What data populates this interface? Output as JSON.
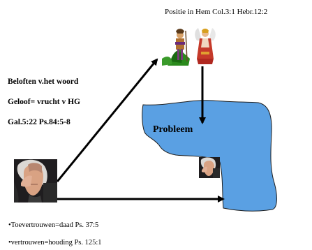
{
  "header": {
    "title": "Positie in Hem Col.3:1 Hebr.12:2"
  },
  "promises": {
    "line1": "Beloften v.het woord",
    "line2": "Geloof= vrucht v HG",
    "line3": "Gal.5:22 Ps.84:5-8"
  },
  "problem": {
    "label": "Probleem",
    "fill_color": "#5aa0e3",
    "stroke_color": "#1e1e1e"
  },
  "bullets": {
    "line1": "•Toevertrouwen=daad  Ps. 37:5",
    "line2": "•vertrouwen=houding Ps. 125:1"
  },
  "figures": {
    "left": "worried-person-image",
    "small": "worried-person-small-image",
    "top_left": "shepherd-figure-image",
    "top_right": "angel-figure-image"
  }
}
